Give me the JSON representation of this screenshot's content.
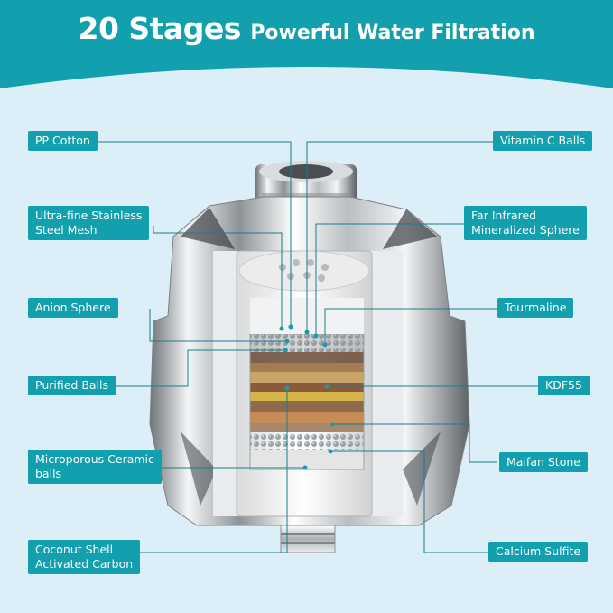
{
  "title": {
    "big": "20 Stages",
    "small": "Powerful Water Filtration"
  },
  "colors": {
    "banner": "#129fae",
    "background": "#dceef7",
    "label_bg": "#129fae",
    "label_text": "#ffffff"
  },
  "labels": {
    "left": [
      {
        "key": "pp_cotton",
        "lines": [
          "PP Cotton"
        ]
      },
      {
        "key": "steel_mesh",
        "lines": [
          "Ultra-fine Stainless",
          "Steel Mesh"
        ]
      },
      {
        "key": "anion_sphere",
        "lines": [
          "Anion Sphere"
        ]
      },
      {
        "key": "purified_balls",
        "lines": [
          "Purified Balls"
        ]
      },
      {
        "key": "ceramic_balls",
        "lines": [
          "Microporous Ceramic",
          "balls"
        ]
      },
      {
        "key": "coconut_carbon",
        "lines": [
          "Coconut Shell",
          "Activated Carbon"
        ]
      }
    ],
    "right": [
      {
        "key": "vitamin_c",
        "lines": [
          "Vitamin C Balls"
        ]
      },
      {
        "key": "far_infrared",
        "lines": [
          "Far Infrared",
          "Mineralized Sphere"
        ]
      },
      {
        "key": "tourmaline",
        "lines": [
          "Tourmaline"
        ]
      },
      {
        "key": "kdf55",
        "lines": [
          "KDF55"
        ]
      },
      {
        "key": "maifan_stone",
        "lines": [
          "Maifan Stone"
        ]
      },
      {
        "key": "calcium_sulfite",
        "lines": [
          "Calcium Sulfite"
        ]
      }
    ]
  }
}
